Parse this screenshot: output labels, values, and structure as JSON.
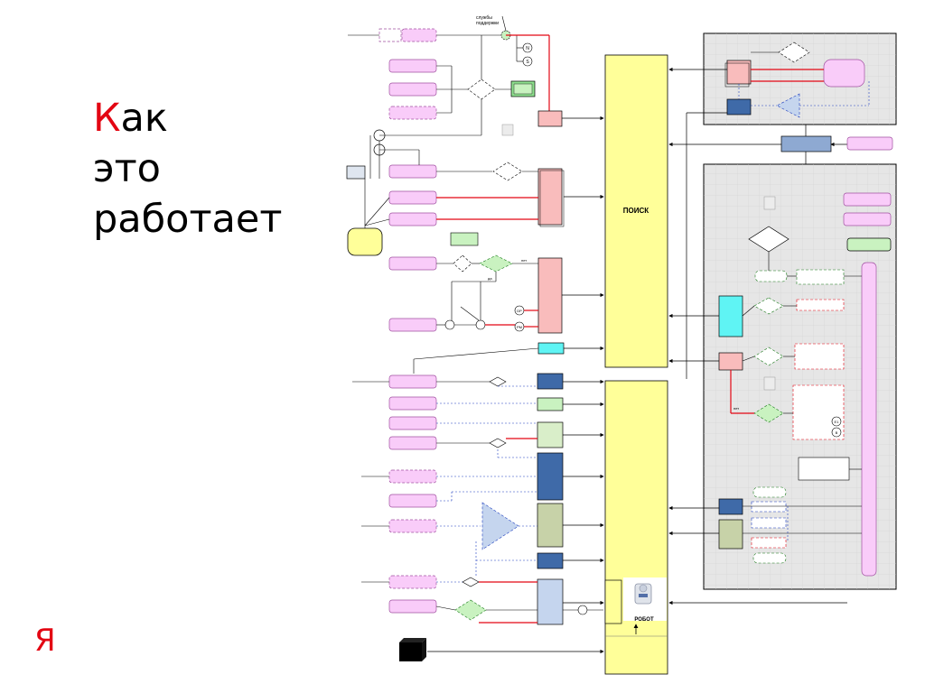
{
  "slide": {
    "title_first_letter": "К",
    "title_line1_rest": "ак",
    "title_line2": "это",
    "title_line3": "работает",
    "logo": "Я"
  },
  "diagram": {
    "search_label": "ПОИСК",
    "robot_label": "РОБОТ",
    "support_label_1": "службы",
    "support_label_2": "поддержки",
    "small_labels": {
      "net": "нет",
      "da": "да",
      "n": "N",
      "s": "S",
      "dp": "DP",
      "pm": "PM",
      "e1": "E1",
      "b": "B"
    }
  },
  "colors": {
    "accent_red": "#e30613",
    "search_fill": "#ffff99",
    "pink_fill": "#f9ccf9",
    "red_fill": "#f9bcbc",
    "blue_fill": "#3f6aa8",
    "green_fill": "#c9f2c0",
    "cyan_fill": "#5ff4f4",
    "olive_fill": "#c7d2a8",
    "panel_fill": "#e6e6e6"
  }
}
